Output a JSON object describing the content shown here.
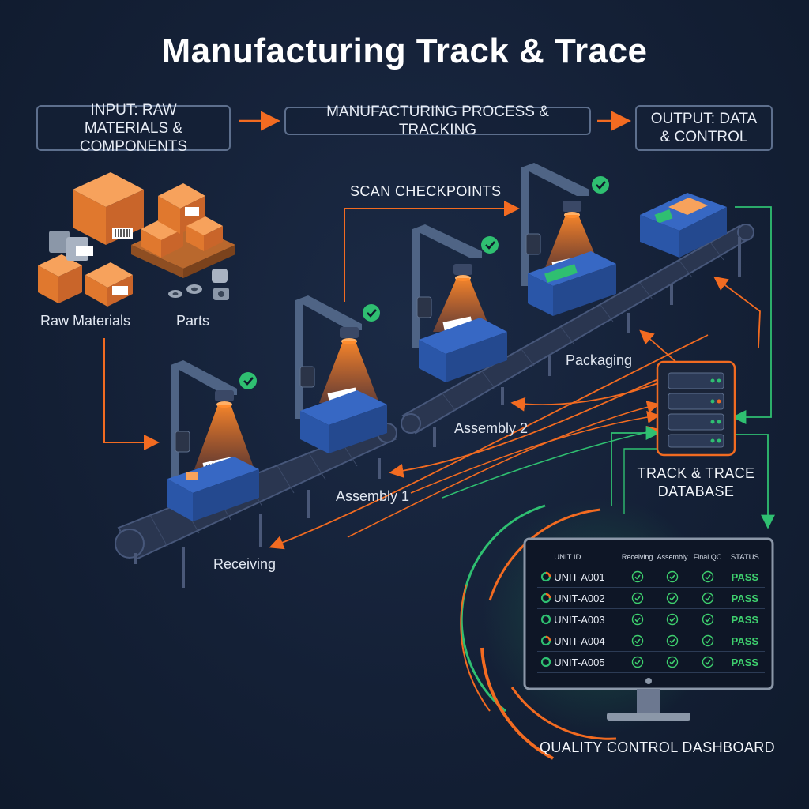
{
  "title": "Manufacturing Track & Trace",
  "stages": {
    "input": "INPUT: RAW MATERIALS & COMPONENTS",
    "process": "MANUFACTURING PROCESS & TRACKING",
    "output": "OUTPUT: DATA & CONTROL"
  },
  "labels": {
    "raw_materials": "Raw Materials",
    "parts": "Parts",
    "scan_checkpoints": "SCAN CHECKPOINTS",
    "receiving": "Receiving",
    "assembly1": "Assembly 1",
    "assembly2": "Assembly 2",
    "packaging": "Packaging",
    "database_line1": "TRACK & TRACE",
    "database_line2": "DATABASE",
    "dashboard": "QUALITY CONTROL DASHBOARD"
  },
  "colors": {
    "accent_orange": "#f26b21",
    "accent_green": "#2fbf71",
    "crate_blue": "#2f5fb8",
    "background": "#142036"
  },
  "dashboard_table": {
    "columns": [
      "UNIT ID",
      "Receiving",
      "Assembly",
      "Final QC",
      "STATUS"
    ],
    "rows": [
      {
        "id": "UNIT-A001",
        "status": "PASS",
        "ring_color": "#f26b21"
      },
      {
        "id": "UNIT-A002",
        "status": "PASS",
        "ring_color": "#f26b21"
      },
      {
        "id": "UNIT-A003",
        "status": "PASS",
        "ring_color": "#2fbf71"
      },
      {
        "id": "UNIT-A004",
        "status": "PASS",
        "ring_color": "#f26b21"
      },
      {
        "id": "UNIT-A005",
        "status": "PASS",
        "ring_color": "#2fbf71"
      }
    ]
  },
  "icons": [
    "checkmark-icon",
    "barcode-icon",
    "server-icon",
    "monitor-icon",
    "scanner-icon",
    "box-icon"
  ]
}
